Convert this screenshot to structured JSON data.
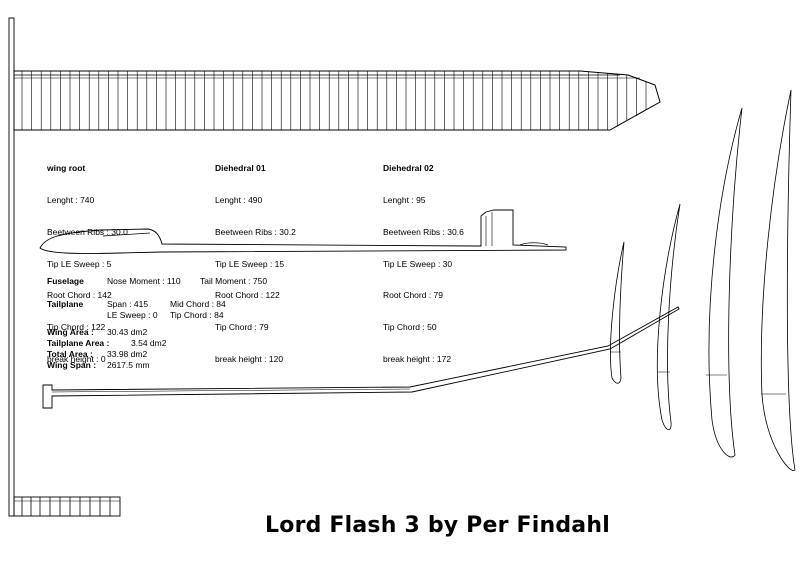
{
  "title": "Lord Flash 3 by Per Findahl",
  "wing_panels": [
    {
      "name": "wing root",
      "rows": [
        "Lenght : 740",
        "Beetween Ribs : 30.0",
        "Tip LE Sweep : 5",
        "Root Chord : 142",
        "Tip Chord : 122",
        "break height : 0"
      ]
    },
    {
      "name": "Diehedral 01",
      "rows": [
        "Lenght : 490",
        "Beetween Ribs : 30.2",
        "Tip LE Sweep : 15",
        "Root Chord : 122",
        "Tip Chord : 79",
        "break height : 120"
      ]
    },
    {
      "name": "Diehedral 02",
      "rows": [
        "Lenght : 95",
        "Beetween Ribs : 30.6",
        "Tip LE Sweep : 30",
        "Root Chord : 79",
        "Tip Chord : 50",
        "break height : 172"
      ]
    }
  ],
  "fuselage": {
    "label": "Fuselage",
    "nose_moment": "Nose Moment : 110",
    "tail_moment": "Tail Moment : 750"
  },
  "tailplane": {
    "label": "Tailplane",
    "span": "Span : 415",
    "mid_chord": "Mid Chord : 84",
    "le_sweep": "LE Sweep : 0",
    "tip_chord": "Tip Chord : 84"
  },
  "summary": {
    "wing_area_label": "Wing Area :",
    "wing_area_value": "30.43 dm2",
    "tailplane_area_label": "Tailplane Area :",
    "tailplane_area_value": "3.54 dm2",
    "total_area_label": "Total Area :",
    "total_area_value": "33.98 dm2",
    "wing_span_label": "Wing Span :",
    "wing_span_value": "2617.5 mm"
  }
}
